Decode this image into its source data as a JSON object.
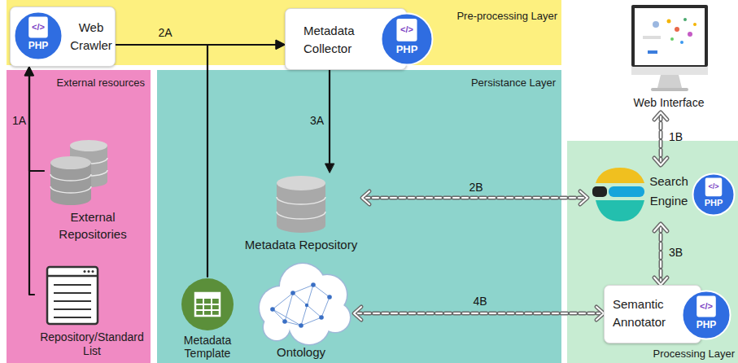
{
  "diagram": {
    "nodes": [
      {
        "text": [
          "Pre-processing Layer"
        ]
      },
      {
        "text": [
          "Web Crawler"
        ],
        "in": 0
      },
      {
        "text": [
          "</>",
          "PHP"
        ],
        "in": 1
      },
      {
        "text": [
          "Metadata Collector"
        ],
        "in": 0
      },
      {
        "text": [
          "</>",
          "PHP"
        ],
        "in": 3
      },
      {
        "text": [
          "External resources"
        ]
      },
      {
        "text": [
          "External Repositories"
        ],
        "in": 5
      },
      {
        "text": [
          "Repository/Standard List"
        ],
        "in": 5
      },
      {
        "text": [
          "Persistance Layer"
        ]
      },
      {
        "text": [
          "Metadata Repository"
        ],
        "in": 8
      },
      {
        "text": [
          "Metadata Template"
        ],
        "in": 8
      },
      {
        "text": [
          "Ontology"
        ],
        "in": 8
      },
      {
        "text": [
          "Web Interface"
        ]
      },
      {
        "text": [
          "Processing Layer"
        ]
      },
      {
        "text": [
          "Search Engine"
        ],
        "in": 13
      },
      {
        "text": [
          "</>",
          "PHP"
        ],
        "in": 14
      },
      {
        "text": [
          "Semantic Annotator"
        ],
        "in": 13
      },
      {
        "text": [
          "</>",
          "PHP"
        ],
        "in": 16
      }
    ],
    "edges": [
      {
        "from": 6,
        "to": 1,
        "arrow": "to",
        "label": "1A"
      },
      {
        "from": 7,
        "to": 1,
        "arrow": "to"
      },
      {
        "from": 1,
        "to": 3,
        "arrow": "to",
        "label": "2A"
      },
      {
        "from": 10,
        "to": 3,
        "arrow": "to"
      },
      {
        "from": 3,
        "to": 9,
        "arrow": "to",
        "label": "3A"
      },
      {
        "from": 12,
        "to": 14,
        "arrow": "both",
        "label": "1B"
      },
      {
        "from": 9,
        "to": 14,
        "arrow": "both",
        "label": "2B"
      },
      {
        "from": 14,
        "to": 16,
        "arrow": "both",
        "label": "3B"
      },
      {
        "from": 11,
        "to": 16,
        "arrow": "both",
        "label": "4B"
      }
    ]
  }
}
